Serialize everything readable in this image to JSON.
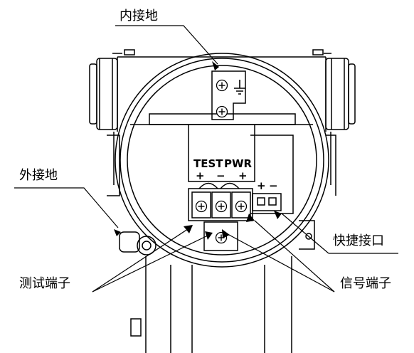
{
  "labels": {
    "internal_ground": "内接地",
    "external_ground": "外接地",
    "test_terminals": "测试端子",
    "quick_connector": "快捷接口",
    "signal_terminals": "信号端子"
  },
  "terminal_block": {
    "test_label": "TEST",
    "pwr_label": "PWR",
    "test_plus": "+",
    "test_minus": "−",
    "pwr_plus": "+",
    "connector_plus": "+",
    "connector_minus": "−"
  },
  "icons": [
    "ground-icon",
    "screw-icon",
    "arrow-icon"
  ],
  "colors": {
    "line": "#000000",
    "background": "#ffffff"
  }
}
